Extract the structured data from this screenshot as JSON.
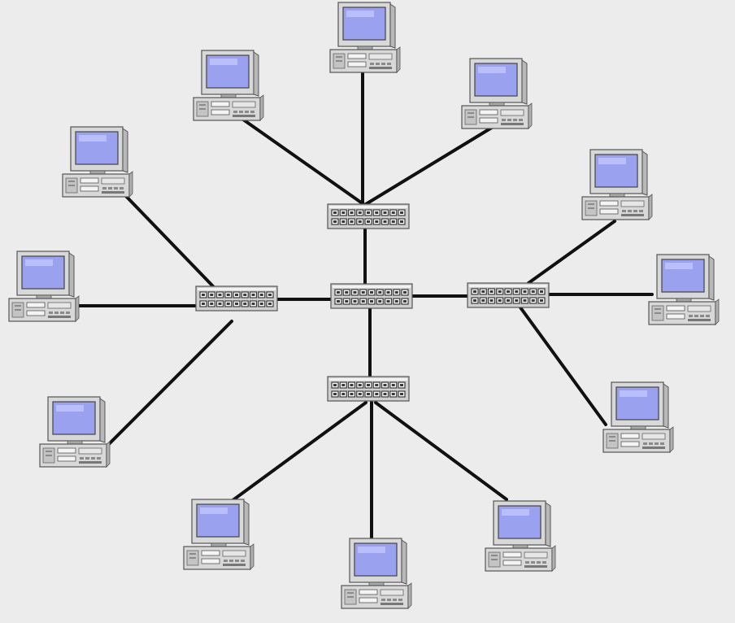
{
  "colors": {
    "background": "#ececec",
    "cable": "#111111",
    "screen": "#9aa2f0",
    "screen_highlight": "#c8ccff",
    "case": "#d8d8d8",
    "case_dark": "#8a8a8a",
    "hub_body": "#cfcfcf",
    "hub_port": "#3a3a3a"
  },
  "icons": {
    "computer": "computer-icon",
    "hub": "hub-icon"
  },
  "hubs": [
    {
      "id": "hub-top"
    },
    {
      "id": "hub-center"
    },
    {
      "id": "hub-left"
    },
    {
      "id": "hub-right"
    },
    {
      "id": "hub-bottom"
    }
  ],
  "hub_links": [
    [
      "hub-center",
      "hub-top"
    ],
    [
      "hub-center",
      "hub-left"
    ],
    [
      "hub-center",
      "hub-right"
    ],
    [
      "hub-center",
      "hub-bottom"
    ]
  ],
  "computers": [
    {
      "id": "pc-top",
      "hub": "hub-top"
    },
    {
      "id": "pc-top-left",
      "hub": "hub-top"
    },
    {
      "id": "pc-top-right",
      "hub": "hub-top"
    },
    {
      "id": "pc-left-upper",
      "hub": "hub-left"
    },
    {
      "id": "pc-left-middle",
      "hub": "hub-left"
    },
    {
      "id": "pc-left-lower",
      "hub": "hub-left"
    },
    {
      "id": "pc-right-upper",
      "hub": "hub-right"
    },
    {
      "id": "pc-right-middle",
      "hub": "hub-right"
    },
    {
      "id": "pc-right-lower",
      "hub": "hub-right"
    },
    {
      "id": "pc-bottom-left",
      "hub": "hub-bottom"
    },
    {
      "id": "pc-bottom-center",
      "hub": "hub-bottom"
    },
    {
      "id": "pc-bottom-right",
      "hub": "hub-bottom"
    }
  ]
}
